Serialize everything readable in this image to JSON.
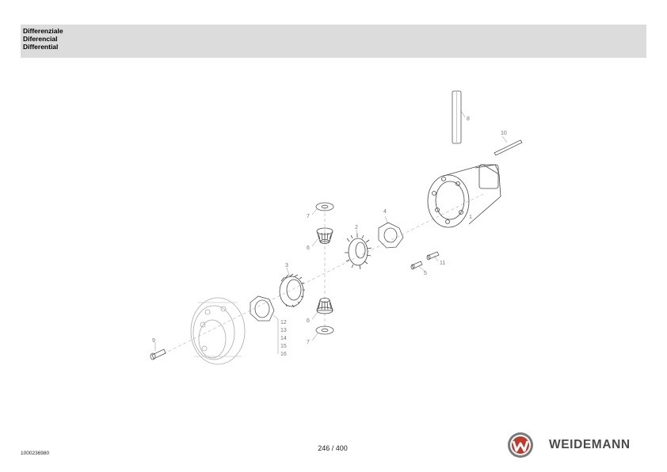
{
  "header": {
    "title_it": "Differenziale",
    "title_es": "Diferencial",
    "title_en": "Differential"
  },
  "diagram": {
    "callouts": [
      {
        "id": "p1",
        "label": "1"
      },
      {
        "id": "p2",
        "label": "2"
      },
      {
        "id": "p3",
        "label": "3"
      },
      {
        "id": "p4",
        "label": "4"
      },
      {
        "id": "p5",
        "label": "5"
      },
      {
        "id": "p6a",
        "label": "6"
      },
      {
        "id": "p6b",
        "label": "6"
      },
      {
        "id": "p7a",
        "label": "7"
      },
      {
        "id": "p7b",
        "label": "7"
      },
      {
        "id": "p8",
        "label": "8"
      },
      {
        "id": "p9",
        "label": "9"
      },
      {
        "id": "p10",
        "label": "10"
      },
      {
        "id": "p11",
        "label": "11"
      },
      {
        "id": "p12",
        "label": "12"
      },
      {
        "id": "p13",
        "label": "13"
      },
      {
        "id": "p14",
        "label": "14"
      },
      {
        "id": "p15",
        "label": "15"
      },
      {
        "id": "p16",
        "label": "16"
      }
    ]
  },
  "footer": {
    "doc_number": "1000236980",
    "page": "246 / 400",
    "brand": "WEIDEMANN",
    "brand_color": "#4a4a4a",
    "logo_color": "#c0392b"
  }
}
